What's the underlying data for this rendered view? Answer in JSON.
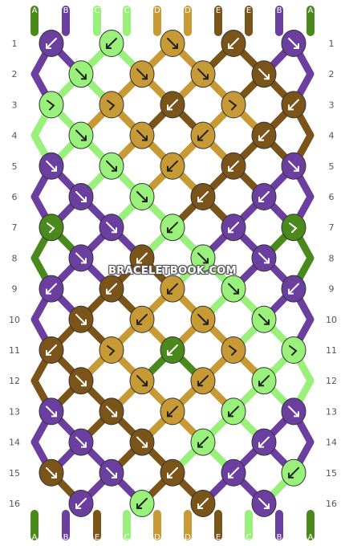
{
  "colors": {
    "A": "#4a8a1c",
    "B": "#6b3fa0",
    "C": "#99f07a",
    "D": "#c79a35",
    "E": "#7a5418",
    "stroke": "#333333",
    "arrow": "#ffffff",
    "arrow_dark": "#222222"
  },
  "watermark": "BRACELETBOOK.COM",
  "top_strands": [
    "A",
    "B",
    "C",
    "C",
    "D",
    "D",
    "E",
    "E",
    "B",
    "A"
  ],
  "bottom_strands": [
    "A",
    "B",
    "E",
    "C",
    "D",
    "D",
    "E",
    "C",
    "B",
    "A"
  ],
  "row_numbers": [
    "1",
    "2",
    "3",
    "4",
    "5",
    "6",
    "7",
    "8",
    "9",
    "10",
    "11",
    "12",
    "13",
    "14",
    "15",
    "16"
  ],
  "knots": [
    [
      "B:sw",
      "C:sw",
      "D:se",
      "E:sw",
      "B:se"
    ],
    [
      "C:se",
      "D:se",
      "D:se",
      "E:se"
    ],
    [
      "C:f",
      "D:f",
      "E:sw",
      "D:f",
      "E:sw"
    ],
    [
      "C:se",
      "D:se",
      "D:sw",
      "E:sw"
    ],
    [
      "B:se",
      "C:se",
      "D:sw",
      "E:sw",
      "B:se"
    ],
    [
      "B:se",
      "C:se",
      "E:sw",
      "B:sw"
    ],
    [
      "A:f",
      "B:se",
      "C:sw",
      "B:sw",
      "A:f"
    ],
    [
      "B:se",
      "E:sw",
      "C:se",
      "B:se"
    ],
    [
      "B:sw",
      "E:sw",
      "D:sw",
      "C:se",
      "B:sw"
    ],
    [
      "E:se",
      "D:sw",
      "D:se",
      "C:se"
    ],
    [
      "E:sw",
      "D:f",
      "A:sw",
      "D:f",
      "C:f"
    ],
    [
      "E:se",
      "D:se",
      "D:sw",
      "C:sw"
    ],
    [
      "B:se",
      "E:se",
      "D:sw",
      "C:sw",
      "B:se"
    ],
    [
      "B:se",
      "E:se",
      "C:sw",
      "B:sw"
    ],
    [
      "E:se",
      "B:se",
      "E:sw",
      "B:sw",
      "C:sw"
    ],
    [
      "B:sw",
      "C:sw",
      "E:sw",
      "B:se"
    ]
  ]
}
